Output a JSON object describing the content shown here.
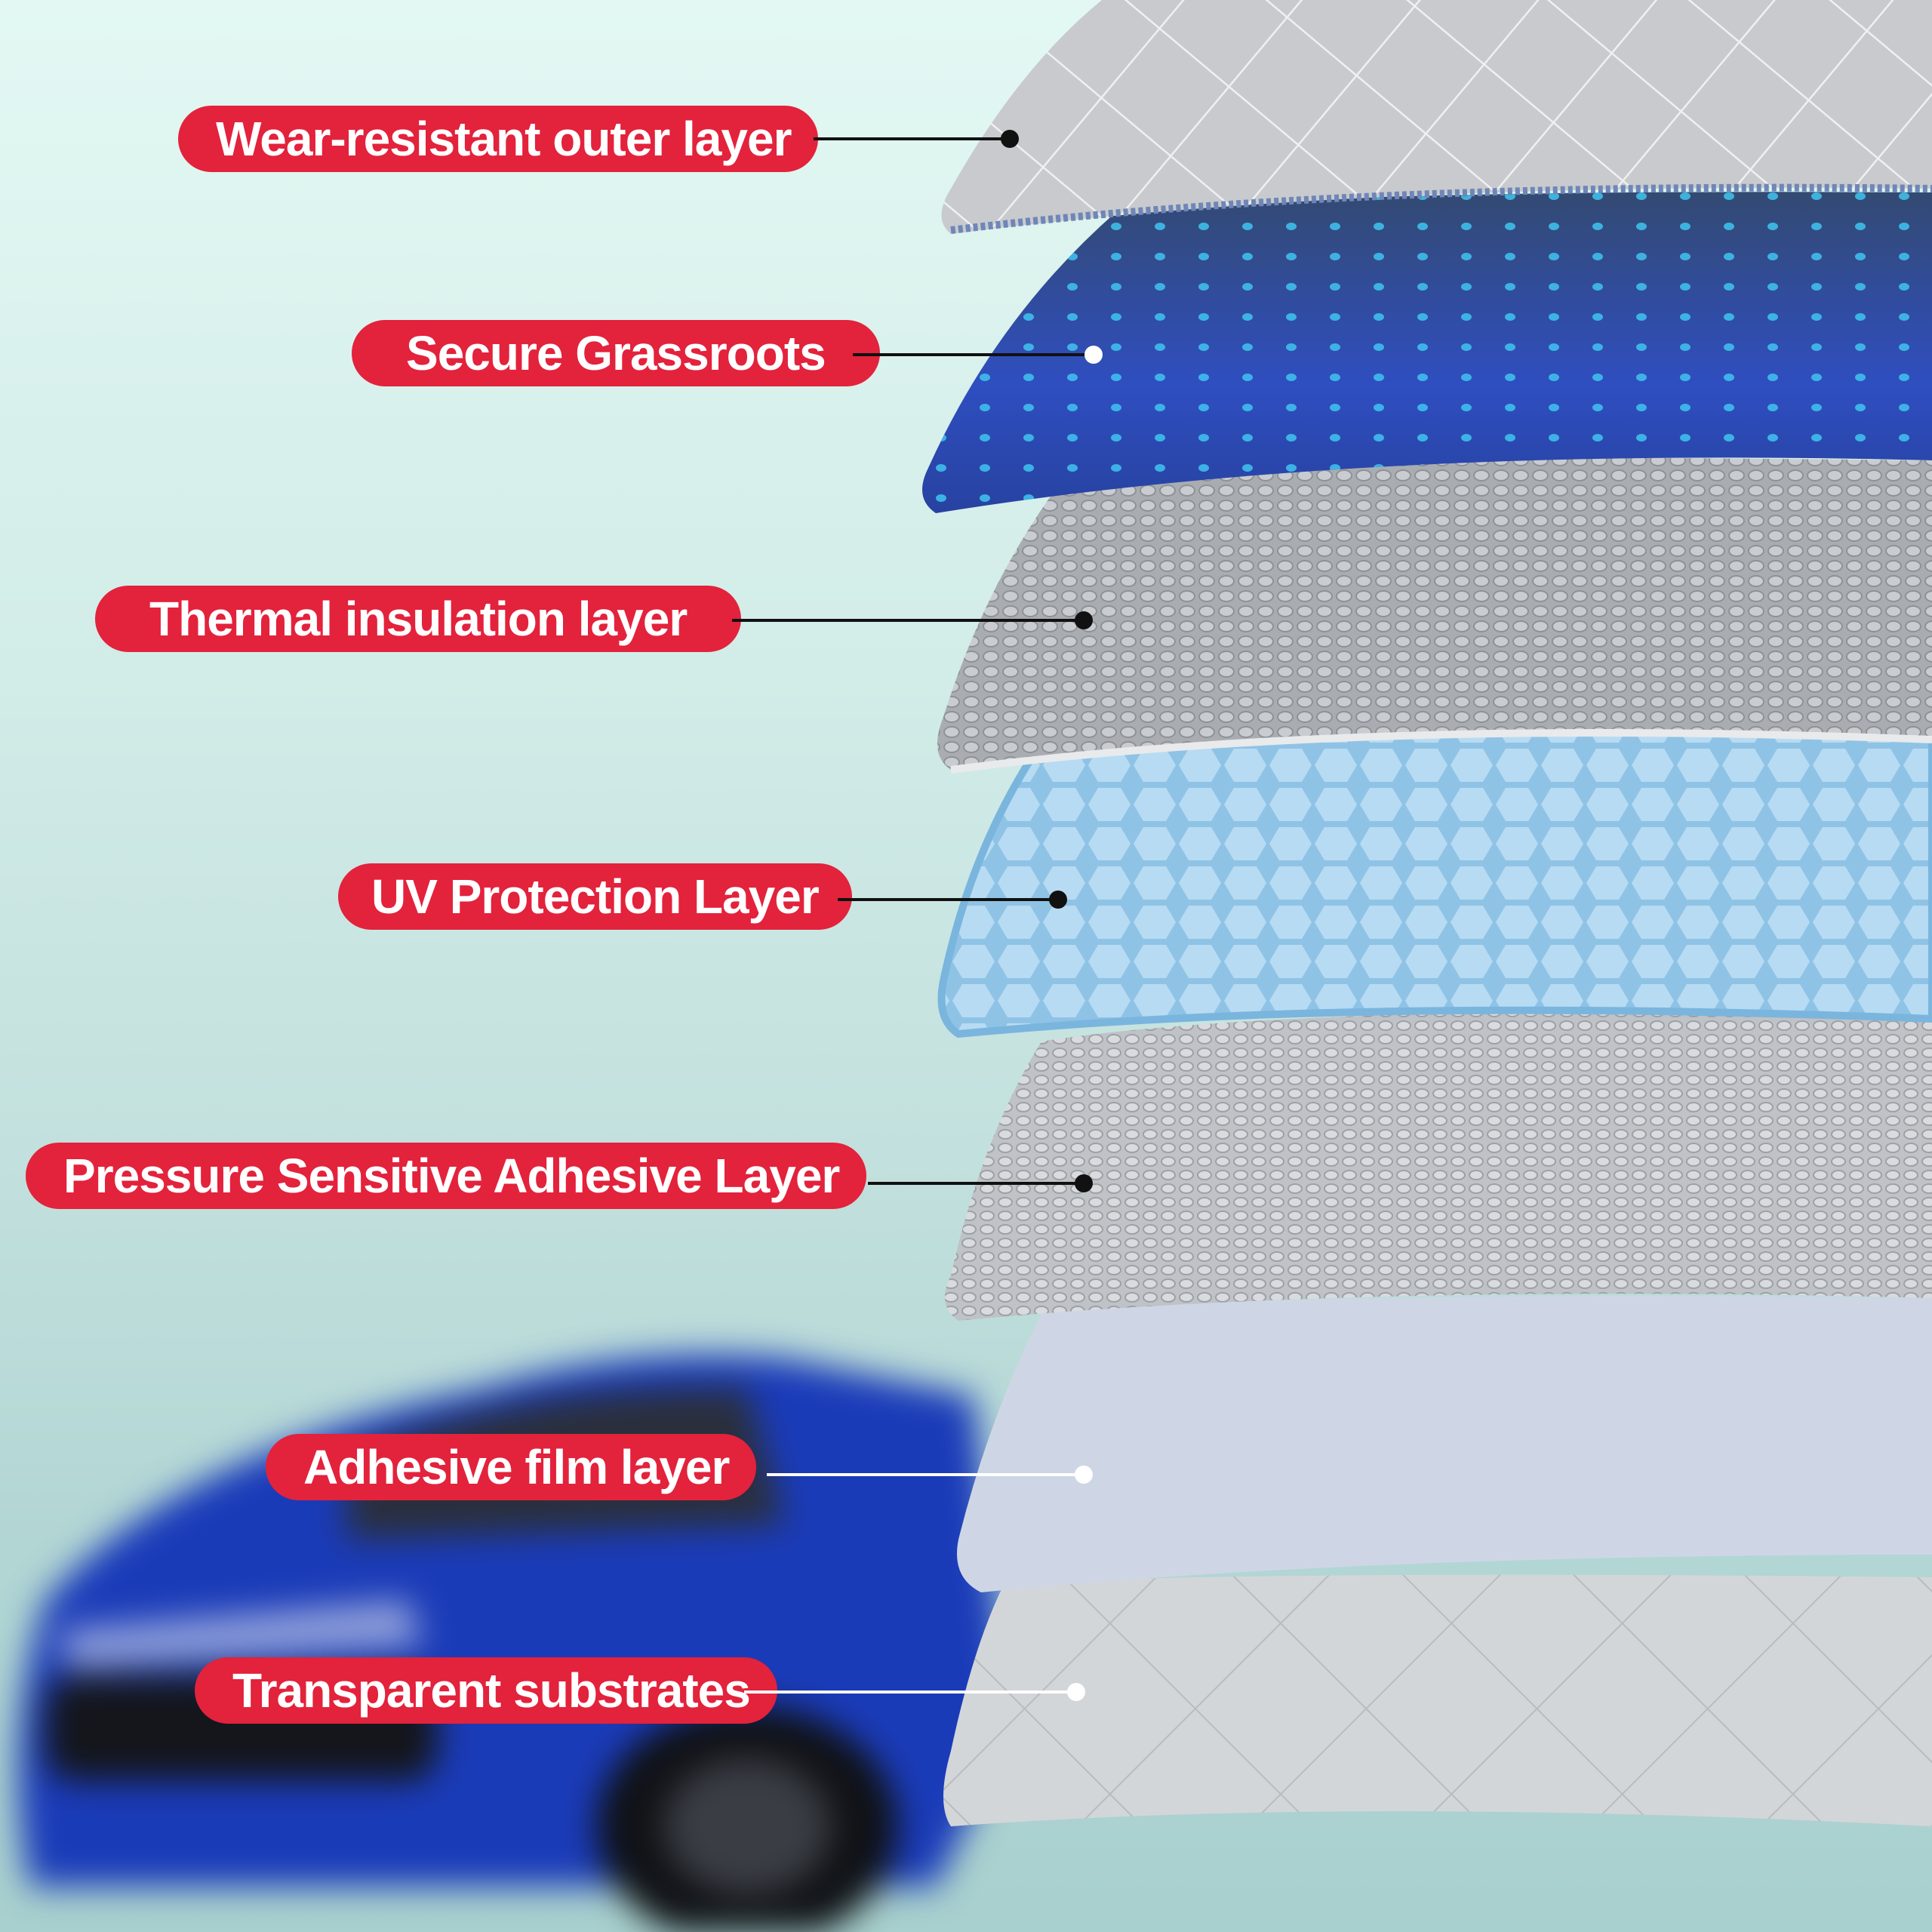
{
  "colors": {
    "label_bg": "#e3223c",
    "label_text": "#ffffff",
    "background_top": "#e3f8f3",
    "background_bottom": "#a8d0ce"
  },
  "callouts": [
    {
      "label": "Wear-resistant outer layer",
      "line_color": "#111111",
      "dot_color": "#111111"
    },
    {
      "label": "Secure Grassroots",
      "line_color": "#111111",
      "dot_color": "#ffffff"
    },
    {
      "label": "Thermal insulation layer",
      "line_color": "#111111",
      "dot_color": "#111111"
    },
    {
      "label": "UV Protection Layer",
      "line_color": "#111111",
      "dot_color": "#111111"
    },
    {
      "label": "Pressure Sensitive Adhesive Layer",
      "line_color": "#111111",
      "dot_color": "#111111"
    },
    {
      "label": "Adhesive film layer",
      "line_color": "#ffffff",
      "dot_color": "#ffffff"
    },
    {
      "label": "Transparent substrates",
      "line_color": "#ffffff",
      "dot_color": "#ffffff"
    }
  ]
}
